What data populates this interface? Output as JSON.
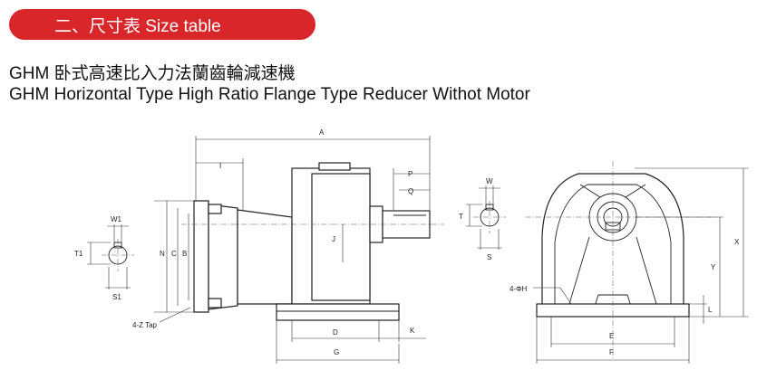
{
  "section_banner": "二、尺寸表 Size table",
  "title_cn": "GHM 卧式高速比入力法蘭齒輪減速機",
  "title_en": "GHM Horizontal Type High Ratio Flange Type Reducer Withot Motor",
  "labels": {
    "A": "A",
    "I": "I",
    "P": "P",
    "Q": "Q",
    "J": "J",
    "N": "N",
    "C": "C",
    "B": "B",
    "D": "D",
    "K": "K",
    "G": "G",
    "tap": "4-Z Tap",
    "W1": "W1",
    "T1": "T1",
    "S1": "S1",
    "W": "W",
    "T": "T",
    "S": "S",
    "hole": "4-ΦH",
    "X": "X",
    "Y": "Y",
    "L": "L",
    "E": "E",
    "F": "F"
  }
}
